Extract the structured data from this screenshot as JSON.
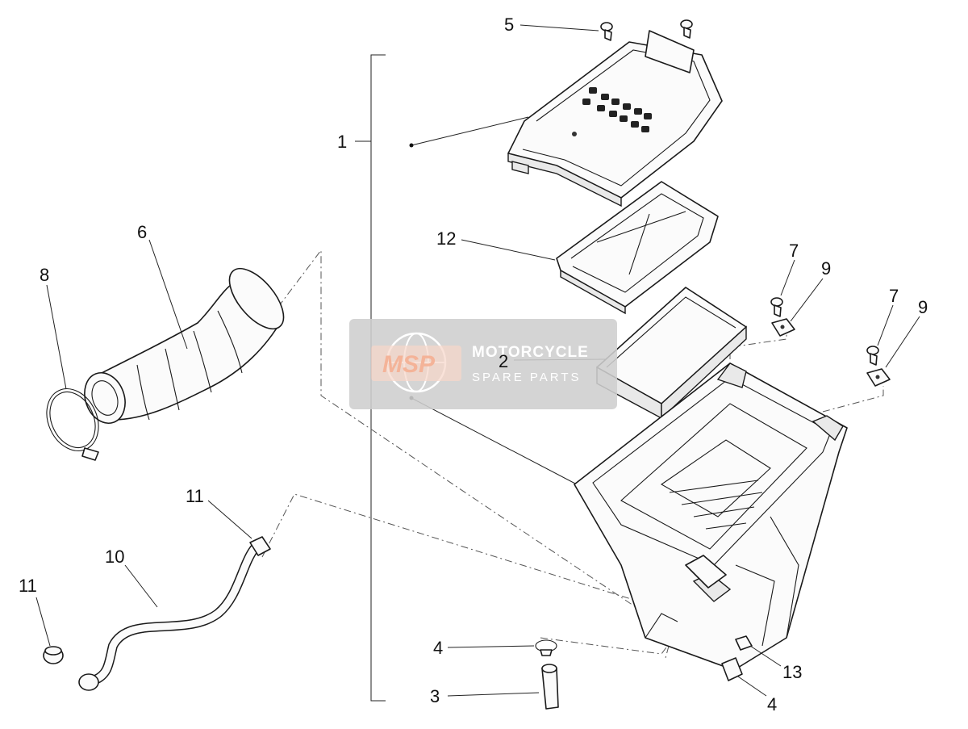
{
  "callouts": {
    "c1": "1",
    "c2": "2",
    "c3": "3",
    "c4a": "4",
    "c4b": "4",
    "c5": "5",
    "c6": "6",
    "c7a": "7",
    "c7b": "7",
    "c8": "8",
    "c9a": "9",
    "c9b": "9",
    "c10": "10",
    "c11a": "11",
    "c11b": "11",
    "c12": "12",
    "c13": "13"
  },
  "watermark": {
    "logo": "MSP",
    "line1": "MOTORCYCLE",
    "line2": "SPARE PARTS"
  },
  "colors": {
    "line": "#1a1a1a",
    "watermark_bg": "#cfcfcf",
    "watermark_logo": "#f3a98a"
  }
}
